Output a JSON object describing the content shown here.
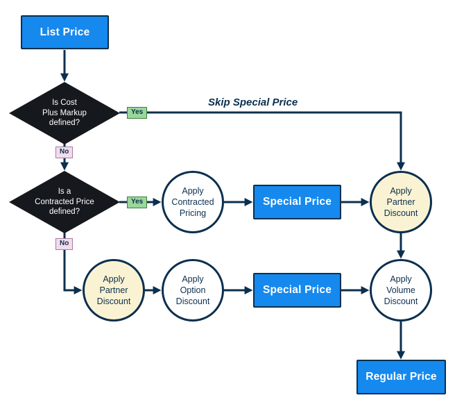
{
  "diagram": {
    "nodes": {
      "list_price": {
        "label": "List Price"
      },
      "decision_cost_plus": {
        "lines": [
          "Is Cost",
          "Plus Markup",
          "defined?"
        ]
      },
      "decision_contracted": {
        "lines": [
          "Is a",
          "Contracted Price",
          "defined?"
        ]
      },
      "apply_contracted_pricing": {
        "lines": [
          "Apply",
          "Contracted",
          "Pricing"
        ]
      },
      "special_price_top": {
        "label": "Special Price"
      },
      "apply_partner_discount_top": {
        "lines": [
          "Apply",
          "Partner",
          "Discount"
        ]
      },
      "apply_partner_discount_bottom": {
        "lines": [
          "Apply",
          "Partner",
          "Discount"
        ]
      },
      "apply_option_discount": {
        "lines": [
          "Apply",
          "Option",
          "Discount"
        ]
      },
      "special_price_bottom": {
        "label": "Special Price"
      },
      "apply_volume_discount": {
        "lines": [
          "Apply",
          "Volume",
          "Discount"
        ]
      },
      "regular_price": {
        "label": "Regular Price"
      }
    },
    "edge_labels": {
      "cost_plus_yes": "Yes",
      "cost_plus_no": "No",
      "contracted_yes": "Yes",
      "contracted_no": "No",
      "skip_special_price": "Skip Special Price"
    },
    "colors": {
      "process_blue": "#1589ee",
      "outline_navy": "#0b2f4e",
      "decision_dark": "#15181d",
      "highlight_cream": "#faf3d3",
      "yes_badge_green": "#9ad79a",
      "no_badge_pink": "#f2dcec",
      "background": "#ffffff"
    }
  }
}
